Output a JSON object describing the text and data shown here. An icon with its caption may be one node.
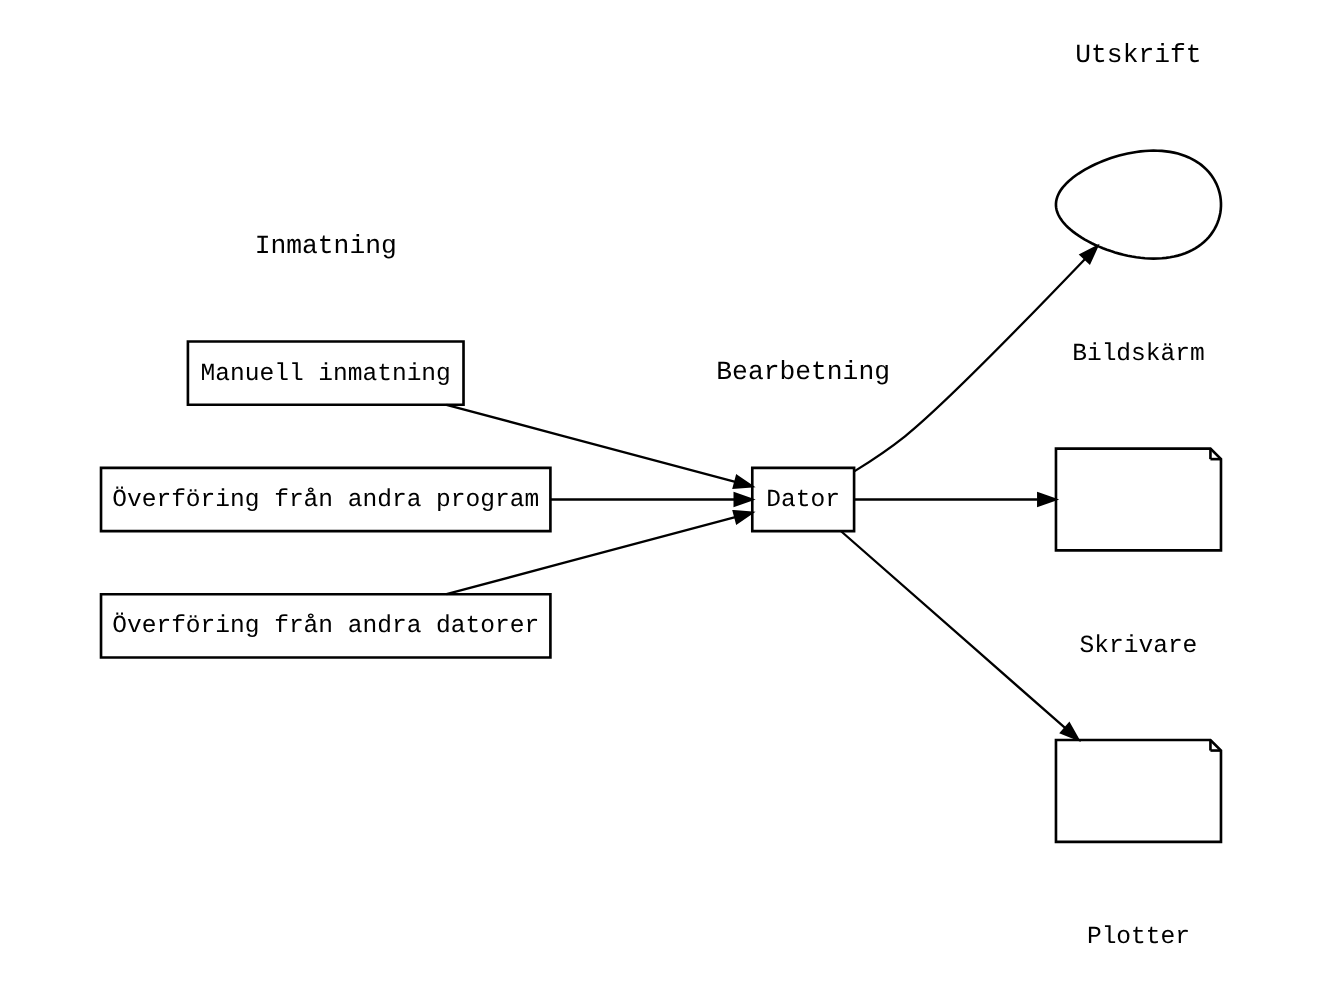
{
  "diagram": {
    "nodes": [
      {
        "text": [
          "Manuell inmatning"
        ]
      },
      {
        "text": [
          "Överföring från andra program"
        ]
      },
      {
        "text": [
          "Överföring från andra datorer"
        ]
      },
      {
        "text": [
          "Dator"
        ]
      },
      {
        "text": [],
        "shape": "display",
        "beside": [
          "Bildskärm"
        ]
      },
      {
        "text": [],
        "shape": "document",
        "beside": [
          "Skrivare"
        ]
      },
      {
        "text": [],
        "shape": "document",
        "beside": [
          "Plotter"
        ]
      }
    ],
    "edges": [
      {
        "from": 0,
        "to": 3,
        "arrow": "to"
      },
      {
        "from": 1,
        "to": 3,
        "arrow": "to"
      },
      {
        "from": 2,
        "to": 3,
        "arrow": "to"
      },
      {
        "from": 3,
        "to": 4,
        "arrow": "to"
      },
      {
        "from": 3,
        "to": 5,
        "arrow": "to"
      },
      {
        "from": 3,
        "to": 6,
        "arrow": "to"
      }
    ],
    "labels": [
      "Inmatning",
      "Bearbetning",
      "Utskrift"
    ]
  }
}
